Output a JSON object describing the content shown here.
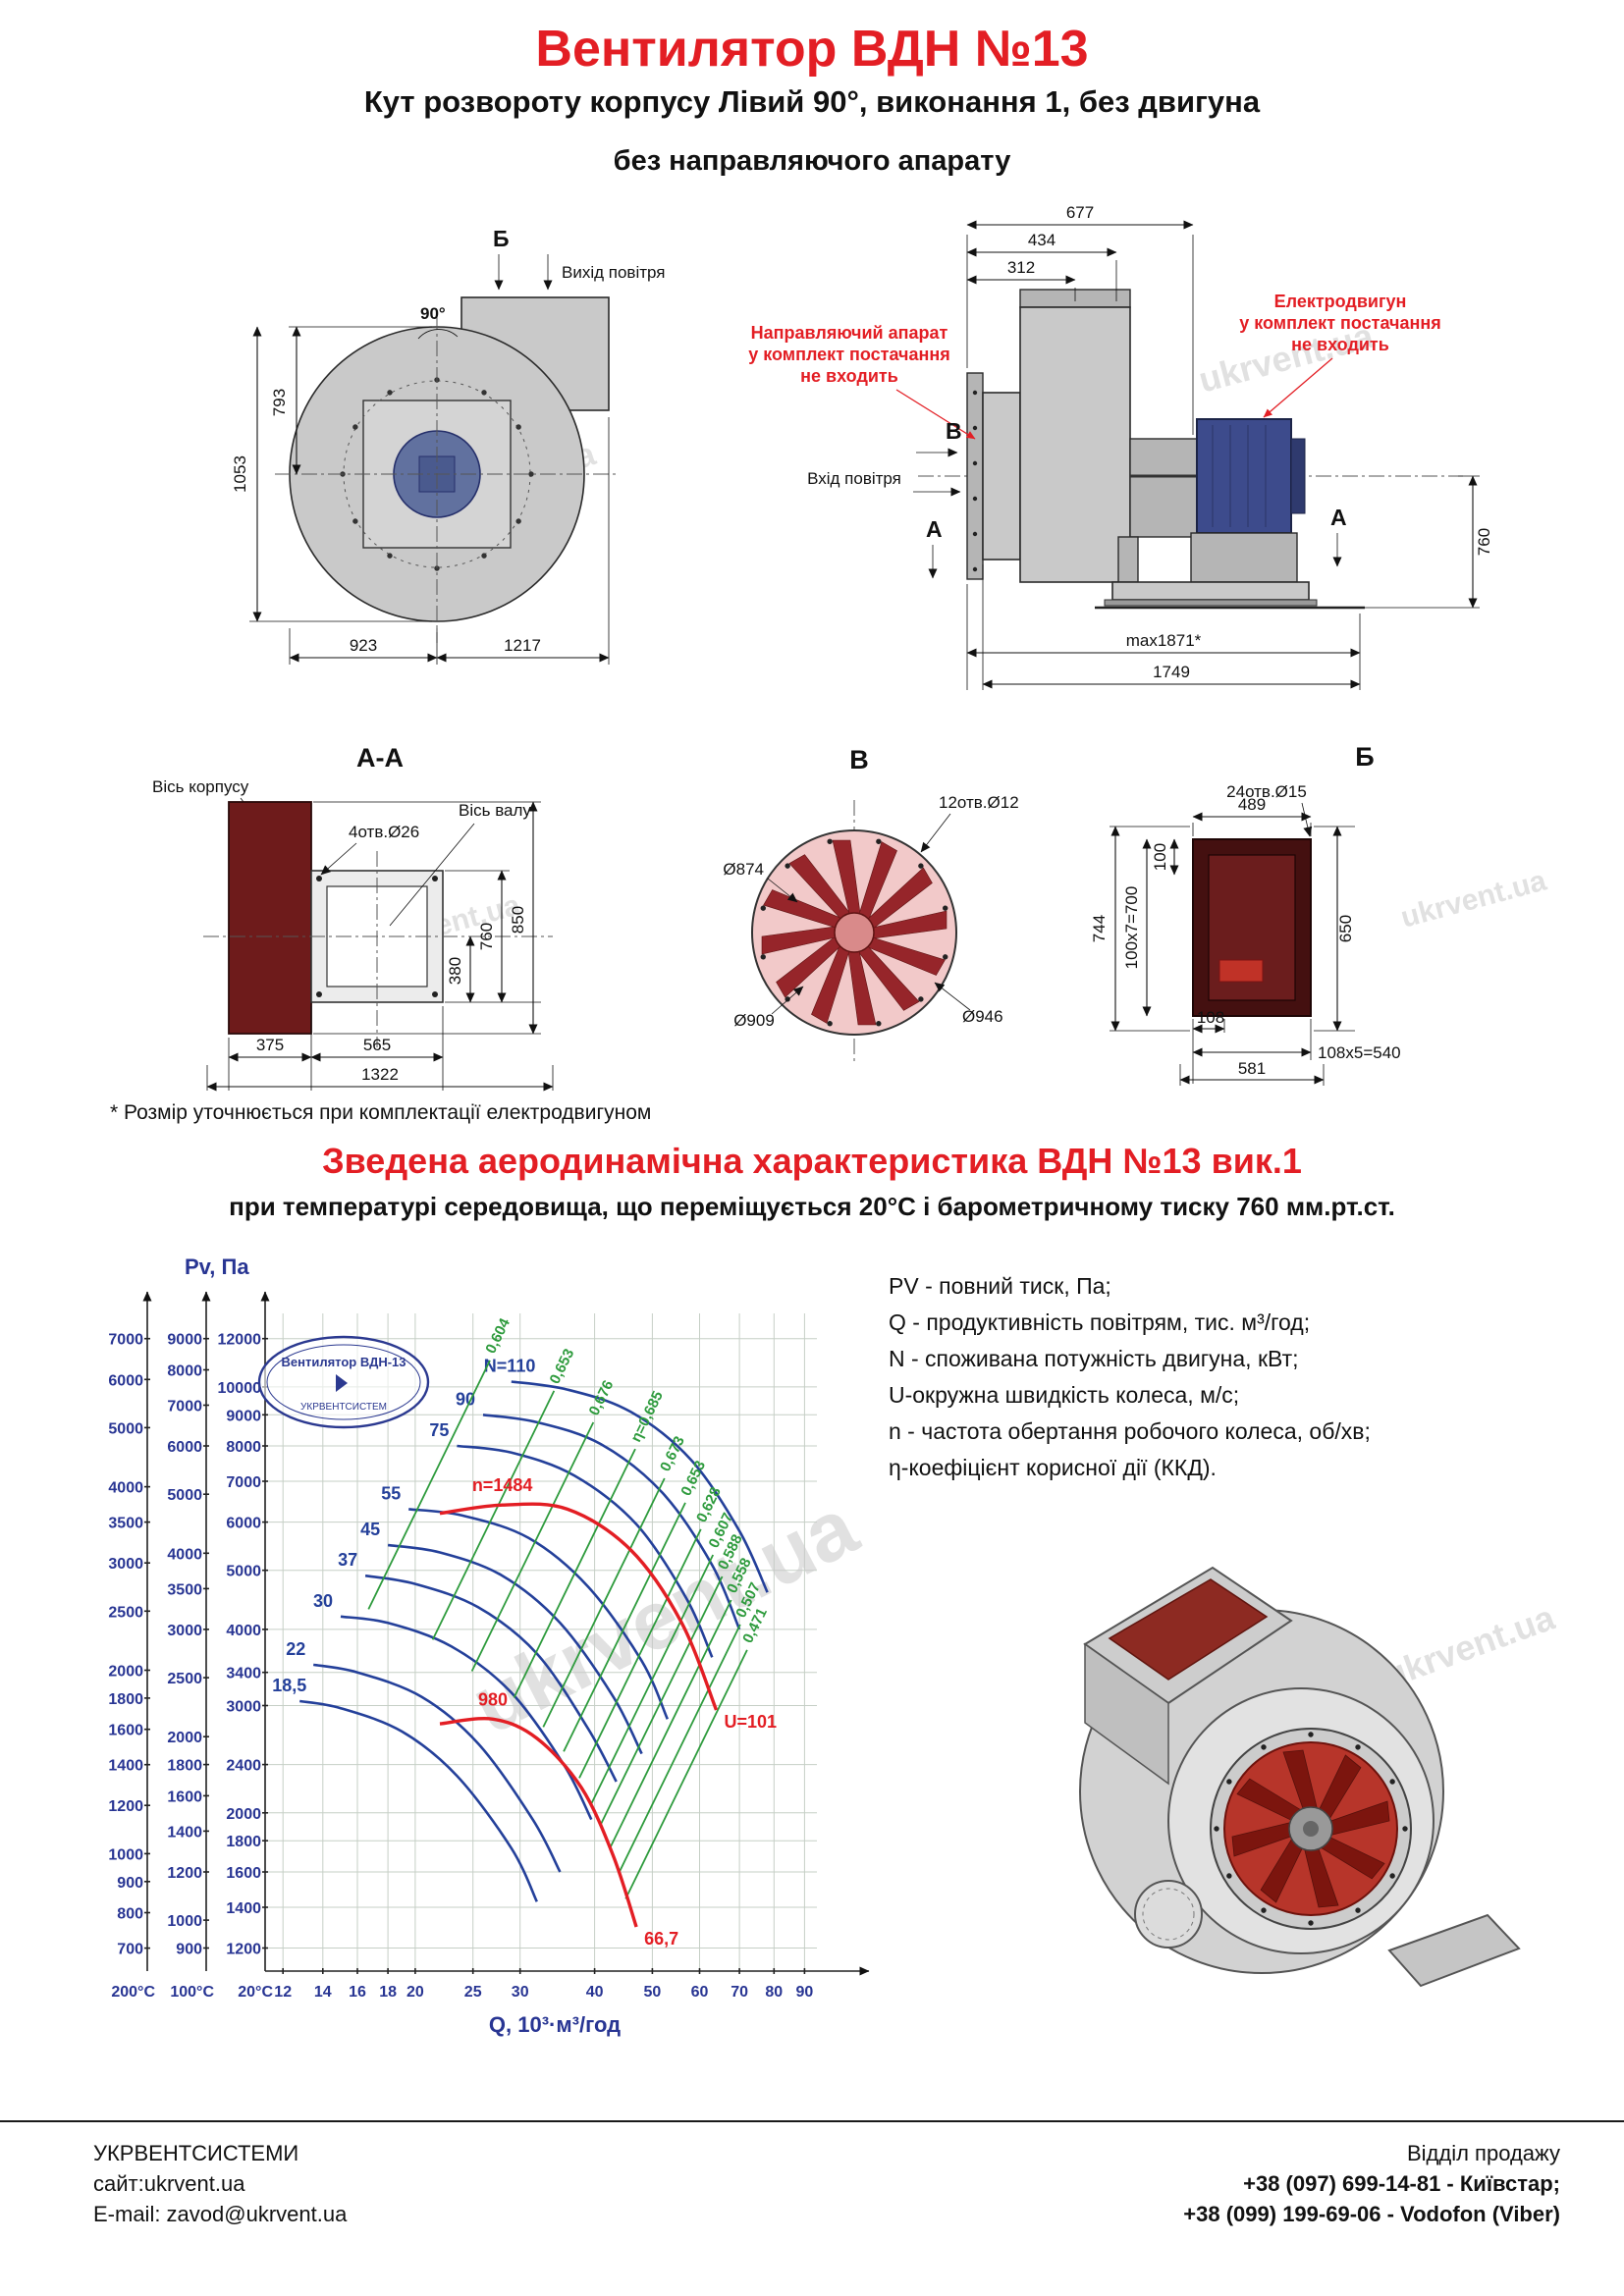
{
  "page": {
    "title": "Вентилятор  ВДН №13",
    "subtitle1": "Кут розвороту корпусу Лівий 90°, виконання 1, без двигуна",
    "subtitle2": "без направляючого апарату",
    "footnote": "* Розмір уточнюється при комплектації електродвигуном",
    "watermark": "ukrvent.ua"
  },
  "scroll_view": {
    "section_mark": "Б",
    "angle": "90°",
    "air_out": "Вихід повітря",
    "dim_793": "793",
    "dim_1053": "1053",
    "dim_923": "923",
    "dim_1217": "1217"
  },
  "side_view": {
    "dim_677": "677",
    "dim_434": "434",
    "dim_312": "312",
    "note_guide": [
      "Направляючий апарат",
      "у комплект постачання",
      "не входить"
    ],
    "note_motor": [
      "Електродвигун",
      "у комплект постачання",
      "не входить"
    ],
    "mark_v": "В",
    "air_in": "Вхід повітря",
    "mark_a1": "А",
    "mark_a2": "А",
    "dim_760": "760",
    "dim_max": "max1871*",
    "dim_1749": "1749"
  },
  "section_aa": {
    "title": "А-А",
    "axis_body": "Вісь корпусу",
    "holes": "4отв.Ø26",
    "axis_shaft": "Вісь валу",
    "dim_380": "380",
    "dim_760": "760",
    "dim_850": "850",
    "dim_375": "375",
    "dim_565": "565",
    "dim_1322": "1322"
  },
  "section_v": {
    "title": "В",
    "holes": "12отв.Ø12",
    "d874": "Ø874",
    "d909": "Ø909",
    "d946": "Ø946"
  },
  "section_b": {
    "title": "Б",
    "holes": "24отв.Ø15",
    "dim_489": "489",
    "dim_744": "744",
    "dim_100x7": "100х7=700",
    "dim_100": "100",
    "dim_650": "650",
    "dim_108": "108",
    "dim_108x5": "108х5=540",
    "dim_581": "581"
  },
  "aero": {
    "heading": "Зведена аеродинамічна характеристика ВДН №13 вик.1",
    "subheading": "при температурі середовища, що переміщується 20°С і барометричному тиску 760 мм.рт.ст.",
    "legend": [
      "PV - повний тиск, Па;",
      "Q - продуктивність повітрям, тис. м³/год;",
      "N - споживана потужність двигуна, кВт;",
      "U-окружна швидкість колеса, м/с;",
      "n - частота обертання робочого колеса, об/хв;",
      "η-коефіцієнт корисної дії (ККД)."
    ],
    "logo_top": "Вентилятор ВДН-13",
    "logo_bottom": "УКРВЕНТСИСТЕМ"
  },
  "chart_data": {
    "type": "line",
    "title": "Зведена аеродинамічна характеристика ВДН №13 вик.1",
    "xlabel": "Q, 10³·м³/год",
    "ylabel": "Pv, Па",
    "x_scale": "log",
    "y_scale": "log",
    "grid": true,
    "x_range": [
      11.2,
      105
    ],
    "x_ticks": [
      12,
      14,
      16,
      18,
      20,
      25,
      30,
      40,
      50,
      60,
      70,
      80,
      90
    ],
    "y_axes": [
      {
        "label": "200°С",
        "min": 641.7,
        "max": 7700,
        "ticks": [
          700,
          800,
          900,
          1000,
          1200,
          1400,
          1600,
          1800,
          2000,
          2500,
          3000,
          3500,
          4000,
          5000,
          6000,
          7000
        ]
      },
      {
        "label": "100°С",
        "min": 825,
        "max": 9900,
        "ticks": [
          900,
          1000,
          1200,
          1400,
          1600,
          1800,
          2000,
          2500,
          3000,
          3500,
          4000,
          5000,
          6000,
          7000,
          8000,
          9000
        ]
      },
      {
        "label": "20°С",
        "min": 1100,
        "max": 13200,
        "ticks": [
          1200,
          1400,
          1600,
          1800,
          2000,
          2400,
          3000,
          3400,
          4000,
          5000,
          6000,
          7000,
          8000,
          9000,
          10000,
          12000
        ]
      }
    ],
    "series": [
      {
        "name": "N=110",
        "type": "power",
        "points": [
          [
            29,
            10200
          ],
          [
            36,
            9900
          ],
          [
            46,
            9100
          ],
          [
            58,
            7600
          ],
          [
            70,
            5800
          ],
          [
            78,
            4600
          ]
        ]
      },
      {
        "name": "90",
        "type": "power",
        "points": [
          [
            26,
            9000
          ],
          [
            32,
            8750
          ],
          [
            41,
            8050
          ],
          [
            52,
            6700
          ],
          [
            63,
            5100
          ],
          [
            70,
            4000
          ]
        ]
      },
      {
        "name": "75",
        "type": "power",
        "points": [
          [
            23.5,
            8000
          ],
          [
            29,
            7800
          ],
          [
            37,
            7150
          ],
          [
            47,
            5950
          ],
          [
            57,
            4500
          ],
          [
            63,
            3600
          ]
        ]
      },
      {
        "name": "55",
        "type": "power",
        "points": [
          [
            19.5,
            6300
          ],
          [
            24,
            6150
          ],
          [
            31,
            5650
          ],
          [
            39,
            4700
          ],
          [
            48,
            3550
          ],
          [
            53,
            2850
          ]
        ]
      },
      {
        "name": "45",
        "type": "power",
        "points": [
          [
            18,
            5500
          ],
          [
            22,
            5350
          ],
          [
            28,
            4900
          ],
          [
            35,
            4100
          ],
          [
            43,
            3100
          ],
          [
            48,
            2500
          ]
        ]
      },
      {
        "name": "37",
        "type": "power",
        "points": [
          [
            16.5,
            4900
          ],
          [
            20,
            4750
          ],
          [
            25.5,
            4350
          ],
          [
            32,
            3650
          ],
          [
            39,
            2750
          ],
          [
            43.5,
            2250
          ]
        ]
      },
      {
        "name": "30",
        "type": "power",
        "points": [
          [
            15,
            4200
          ],
          [
            18,
            4100
          ],
          [
            23,
            3750
          ],
          [
            29,
            3150
          ],
          [
            35.5,
            2400
          ],
          [
            39.5,
            1950
          ]
        ]
      },
      {
        "name": "22",
        "type": "power",
        "points": [
          [
            13.5,
            3500
          ],
          [
            16,
            3400
          ],
          [
            20.5,
            3100
          ],
          [
            25.5,
            2600
          ],
          [
            31.5,
            1950
          ],
          [
            35,
            1600
          ]
        ]
      },
      {
        "name": "18,5",
        "type": "power",
        "points": [
          [
            12.8,
            3050
          ],
          [
            15,
            2970
          ],
          [
            19,
            2720
          ],
          [
            23.5,
            2300
          ],
          [
            29,
            1750
          ],
          [
            32,
            1430
          ]
        ]
      },
      {
        "name": "0,604",
        "type": "eff",
        "points": [
          [
            16.7,
            4316
          ],
          [
            26.7,
            11050
          ]
        ]
      },
      {
        "name": "0,653",
        "type": "eff",
        "points": [
          [
            21.4,
            3848
          ],
          [
            34.2,
            9850
          ]
        ]
      },
      {
        "name": "0,676",
        "type": "eff",
        "points": [
          [
            24.9,
            3416
          ],
          [
            39.8,
            8745
          ]
        ]
      },
      {
        "name": "η=0,685",
        "type": "eff",
        "points": [
          [
            29.3,
            3090
          ],
          [
            46.8,
            7910
          ]
        ]
      },
      {
        "name": "0,673",
        "type": "eff",
        "points": [
          [
            32.8,
            2766
          ],
          [
            52.4,
            7080
          ]
        ]
      },
      {
        "name": "0,653",
        "type": "eff",
        "points": [
          [
            35.5,
            2522
          ],
          [
            56.8,
            6455
          ]
        ]
      },
      {
        "name": "0,628",
        "type": "eff",
        "points": [
          [
            37.7,
            2281
          ],
          [
            60.3,
            5840
          ]
        ]
      },
      {
        "name": "0,607",
        "type": "eff",
        "points": [
          [
            39.5,
            2070
          ],
          [
            63.2,
            5300
          ]
        ]
      },
      {
        "name": "0,588",
        "type": "eff",
        "points": [
          [
            40.9,
            1908
          ],
          [
            65.5,
            4885
          ]
        ]
      },
      {
        "name": "0,558",
        "type": "eff",
        "points": [
          [
            42.4,
            1746
          ],
          [
            67.8,
            4470
          ]
        ]
      },
      {
        "name": "0,507",
        "type": "eff",
        "points": [
          [
            43.9,
            1591
          ],
          [
            70.2,
            4073
          ]
        ]
      },
      {
        "name": "0,471",
        "type": "eff",
        "points": [
          [
            45.1,
            1445
          ],
          [
            72.1,
            3700
          ]
        ]
      },
      {
        "name": "n=1484",
        "type": "speed",
        "end_label": "U=101",
        "points": [
          [
            22,
            6200
          ],
          [
            28,
            6400
          ],
          [
            36,
            6300
          ],
          [
            46,
            5400
          ],
          [
            56,
            4100
          ],
          [
            64,
            2950
          ]
        ]
      },
      {
        "name": "980",
        "type": "speed",
        "end_label": "66,7",
        "points": [
          [
            22,
            2800
          ],
          [
            27,
            2850
          ],
          [
            32,
            2650
          ],
          [
            38,
            2200
          ],
          [
            43,
            1700
          ],
          [
            47,
            1300
          ]
        ]
      }
    ]
  },
  "footer": {
    "company": "УКРВЕНТСИСТЕМИ",
    "site": "сайт:ukrvent.ua",
    "email": "E-mail: zavod@ukrvent.ua",
    "sales": "Відділ продажу",
    "phone1": "+38 (097) 699-14-81 - Київстар;",
    "phone2": "+38 (099) 199-69-06 - Vodofon (Viber)"
  }
}
